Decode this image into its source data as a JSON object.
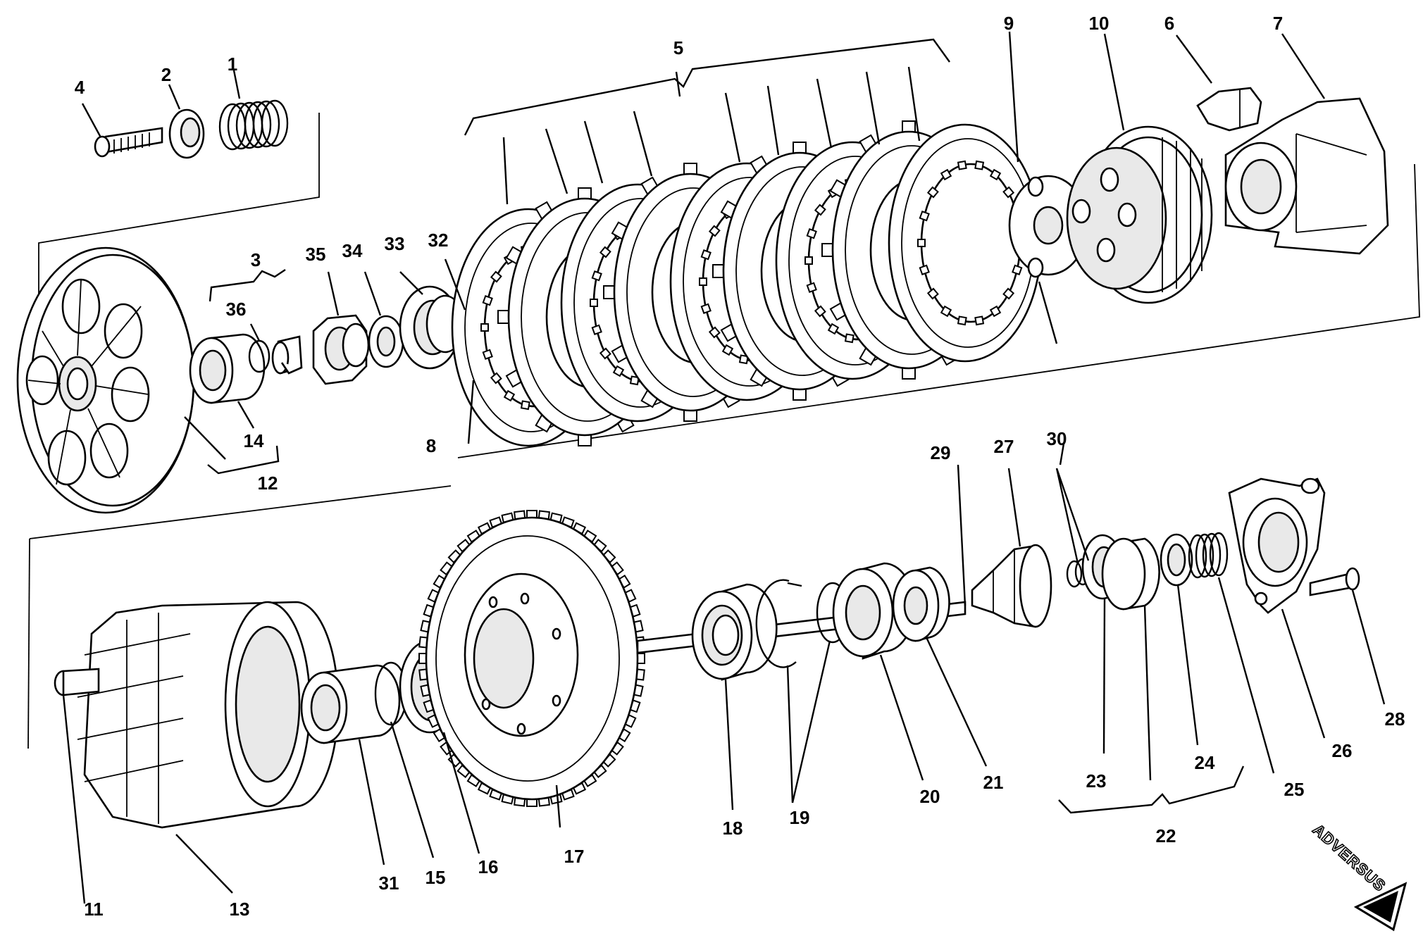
{
  "callouts": [
    {
      "id": "1",
      "text": "1"
    },
    {
      "id": "2",
      "text": "2"
    },
    {
      "id": "3",
      "text": "3"
    },
    {
      "id": "4",
      "text": "4"
    },
    {
      "id": "5",
      "text": "5"
    },
    {
      "id": "6",
      "text": "6"
    },
    {
      "id": "7",
      "text": "7"
    },
    {
      "id": "8",
      "text": "8"
    },
    {
      "id": "9",
      "text": "9"
    },
    {
      "id": "10",
      "text": "10"
    },
    {
      "id": "11",
      "text": "11"
    },
    {
      "id": "12",
      "text": "12"
    },
    {
      "id": "13",
      "text": "13"
    },
    {
      "id": "14",
      "text": "14"
    },
    {
      "id": "15",
      "text": "15"
    },
    {
      "id": "16",
      "text": "16"
    },
    {
      "id": "17",
      "text": "17"
    },
    {
      "id": "18",
      "text": "18"
    },
    {
      "id": "19",
      "text": "19"
    },
    {
      "id": "20",
      "text": "20"
    },
    {
      "id": "21",
      "text": "21"
    },
    {
      "id": "22",
      "text": "22"
    },
    {
      "id": "23",
      "text": "23"
    },
    {
      "id": "24",
      "text": "24"
    },
    {
      "id": "25",
      "text": "25"
    },
    {
      "id": "26",
      "text": "26"
    },
    {
      "id": "27",
      "text": "27"
    },
    {
      "id": "28",
      "text": "28"
    },
    {
      "id": "29",
      "text": "29"
    },
    {
      "id": "30",
      "text": "30"
    },
    {
      "id": "31",
      "text": "31"
    },
    {
      "id": "32",
      "text": "32"
    },
    {
      "id": "33",
      "text": "33"
    },
    {
      "id": "34",
      "text": "34"
    },
    {
      "id": "35",
      "text": "35"
    },
    {
      "id": "36",
      "text": "36"
    }
  ],
  "watermark": {
    "text": "ADVERSUS"
  },
  "colors": {
    "line": "#000000",
    "background": "#ffffff",
    "shade": "#e9e9e9"
  }
}
